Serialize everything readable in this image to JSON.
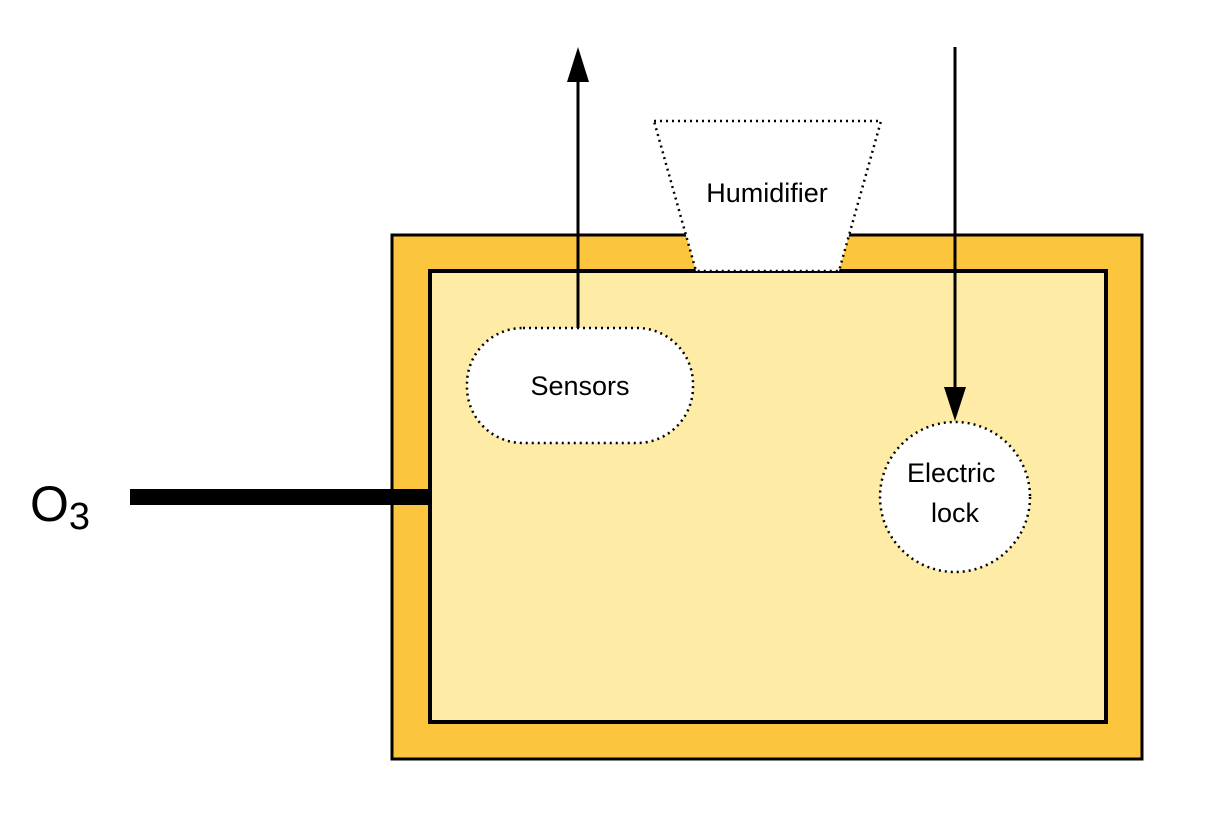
{
  "inlet": {
    "chem_base": "O",
    "chem_sub": "3"
  },
  "components": {
    "humidifier": "Humidifier",
    "sensors": "Sensors",
    "lock_line1": "Electric",
    "lock_line2": "lock"
  },
  "colors": {
    "outer_box": "#FBC63D",
    "inner_box": "#FDEBA6",
    "stroke": "#000000",
    "component_fill": "#FFFFFF"
  }
}
